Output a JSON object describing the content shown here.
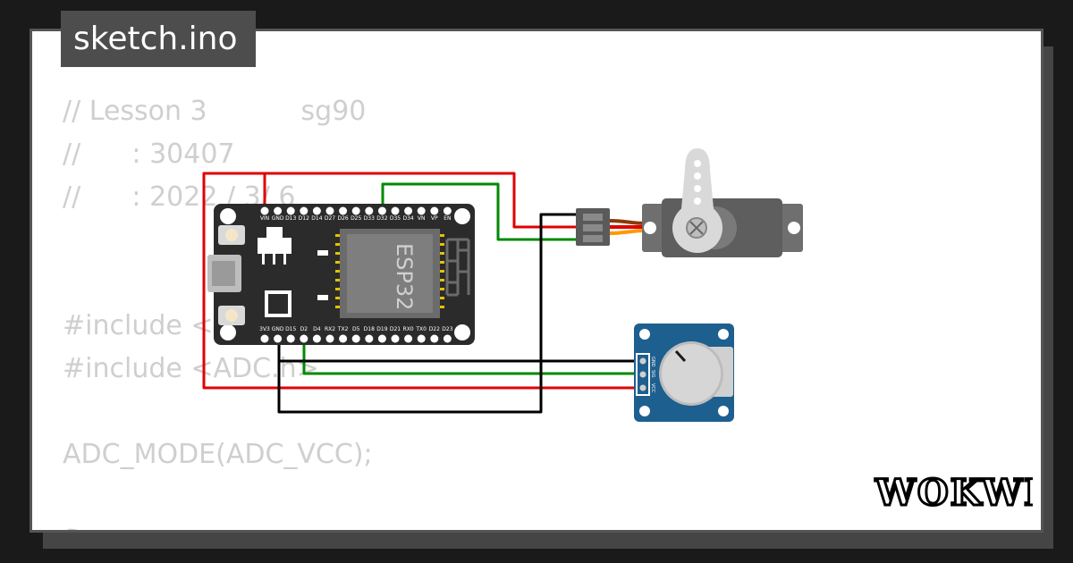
{
  "tab": {
    "title": "sketch.ino"
  },
  "code_lines": [
    "// Lesson 3           sg90",
    "//      : 30407",
    "//      : 2022 / 3/ 6",
    "",
    "",
    "#include <Servo.h>",
    "#include <ADC.h>",
    "",
    "ADC_MODE(ADC_VCC);",
    "",
    "Servo"
  ],
  "board": {
    "chip_label": "ESP32",
    "top_pins": [
      "VIN",
      "GND",
      "D13",
      "D12",
      "D14",
      "D27",
      "D26",
      "D25",
      "D33",
      "D32",
      "D35",
      "D34",
      "VN",
      "VP",
      "EN"
    ],
    "bottom_pins": [
      "3V3",
      "GND",
      "D15",
      "D2",
      "D4",
      "RX2",
      "TX2",
      "D5",
      "D18",
      "D19",
      "D21",
      "RX0",
      "TX0",
      "D22",
      "D23"
    ]
  },
  "pot": {
    "pins": [
      "GND",
      "SIG",
      "VCC"
    ]
  },
  "brand": {
    "logo_text": "WOKWI"
  },
  "colors": {
    "wire_red": "#e00000",
    "wire_green": "#008a00",
    "wire_black": "#000000",
    "board": "#2b2b2b",
    "pot_blue": "#1d5f8f"
  }
}
